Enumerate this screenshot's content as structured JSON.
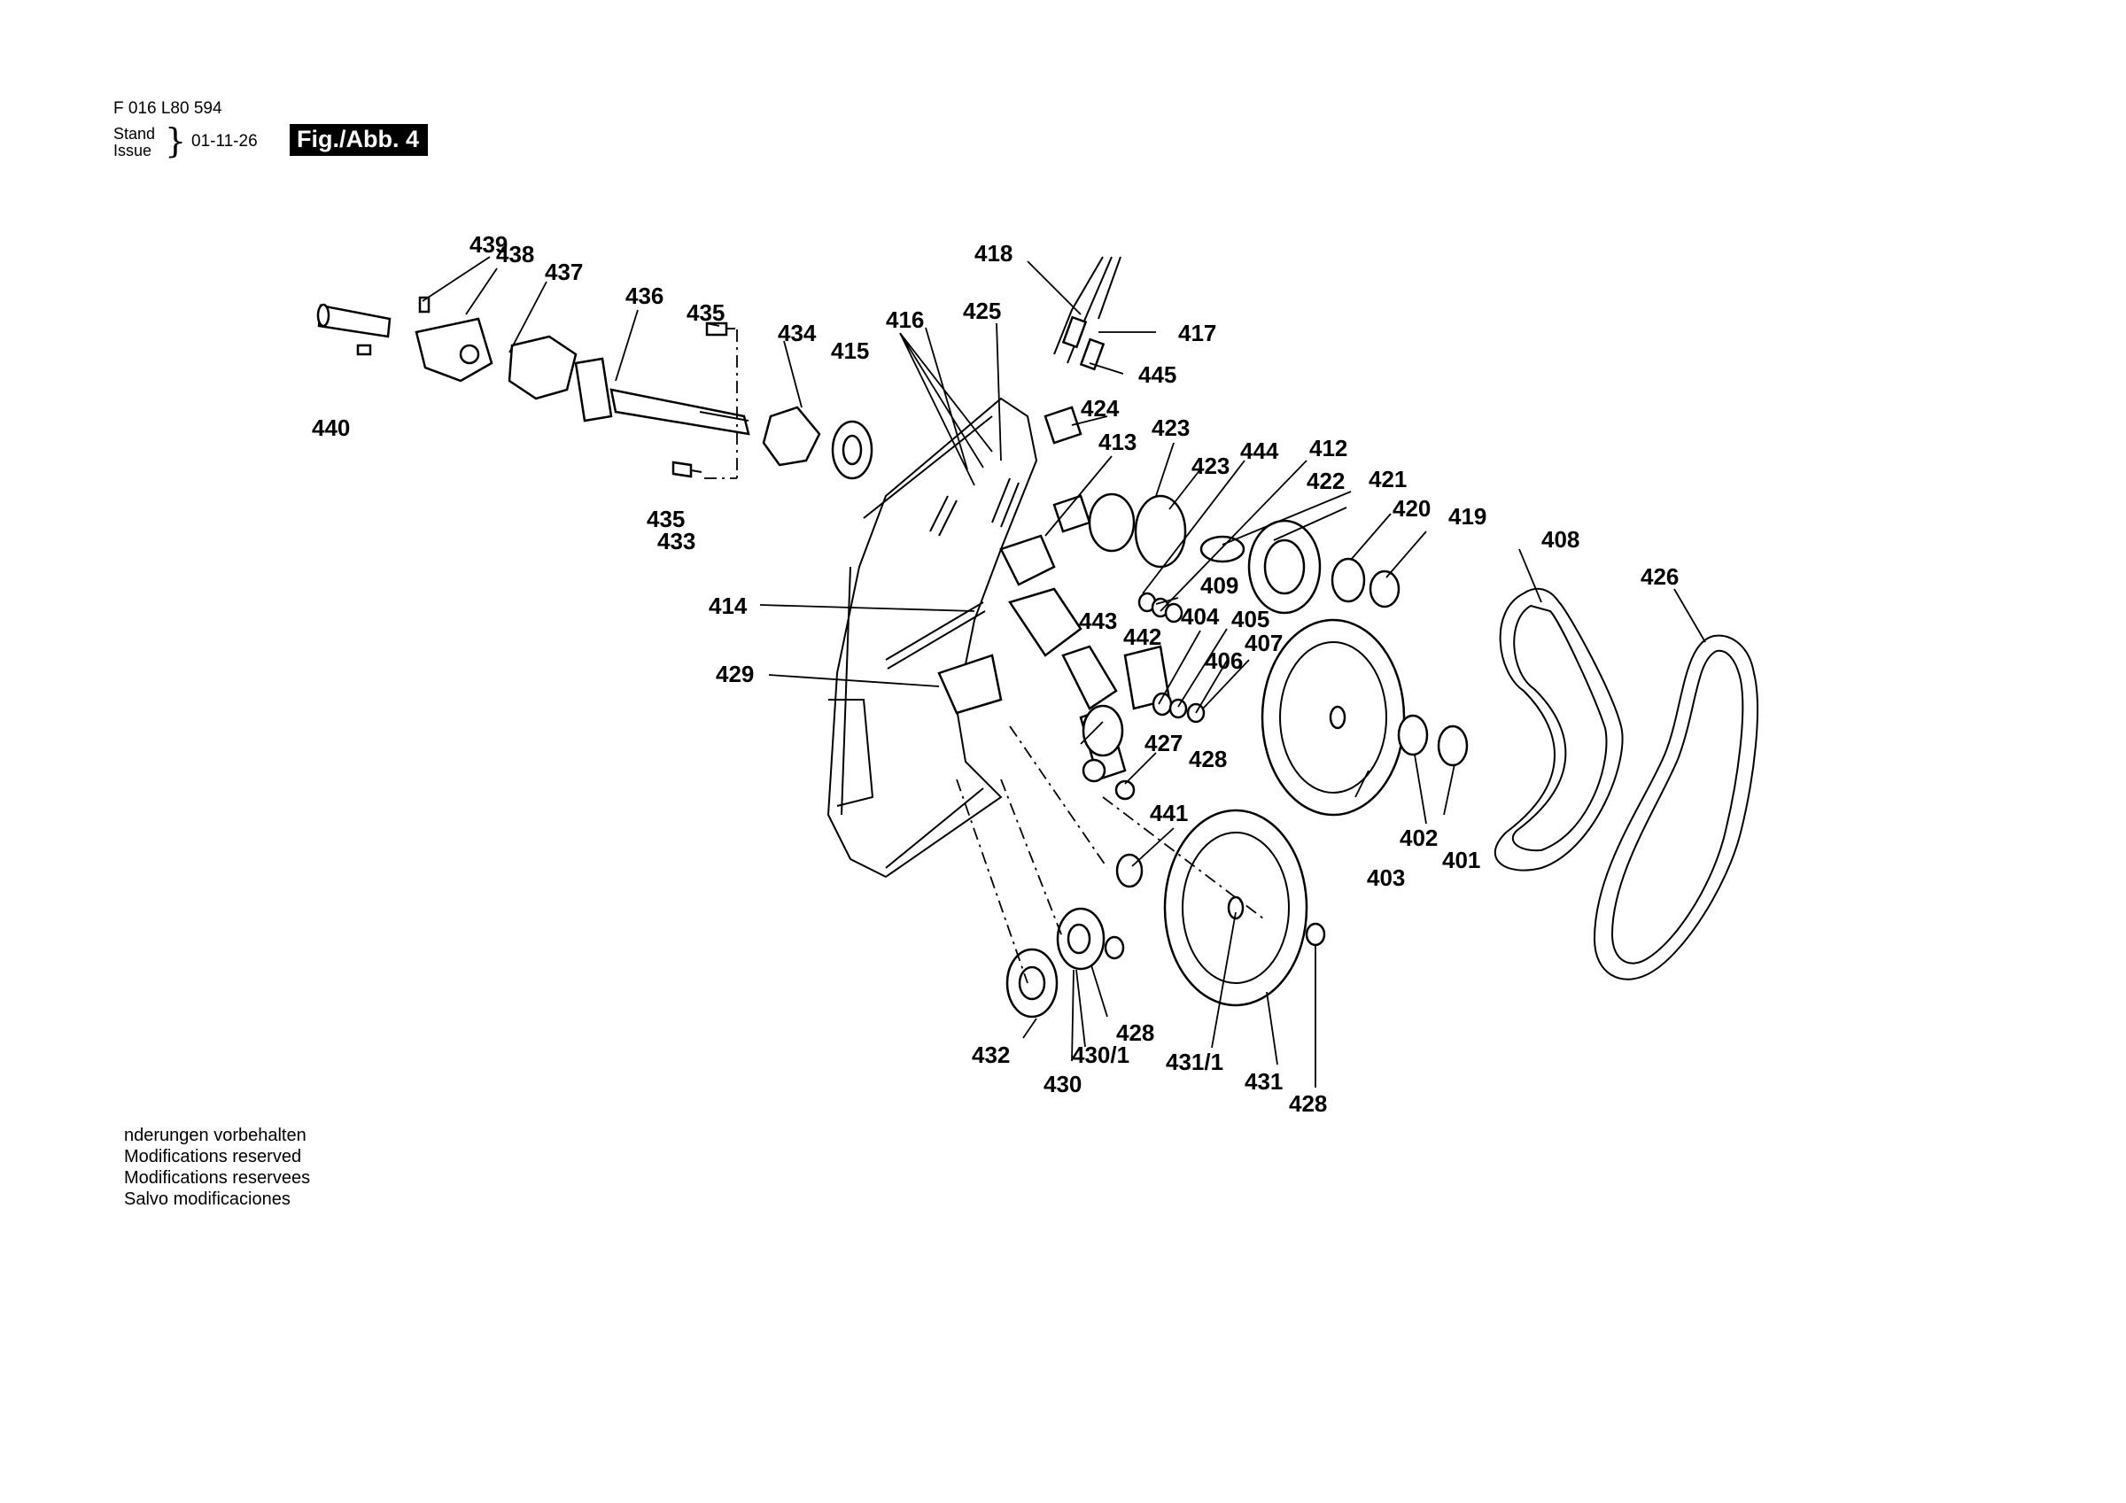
{
  "header": {
    "doc_code": "F 016 L80 594",
    "stand_label": "Stand",
    "issue_label": "Issue",
    "date": "01-11-26",
    "figure_label": "Fig./Abb. 4"
  },
  "notes": [
    "nderungen vorbehalten",
    "Modifications reserved",
    "Modifications reservees",
    "Salvo modificaciones"
  ],
  "part_labels": [
    "439",
    "438",
    "437",
    "436",
    "435",
    "434",
    "416",
    "425",
    "418",
    "417",
    "445",
    "415",
    "424",
    "413",
    "423",
    "423",
    "444",
    "412",
    "422",
    "421",
    "420",
    "419",
    "408",
    "426",
    "440",
    "435",
    "433",
    "414",
    "409",
    "443",
    "442",
    "404",
    "405",
    "406",
    "407",
    "429",
    "427",
    "428",
    "441",
    "403",
    "402",
    "401",
    "428",
    "432",
    "430/1",
    "430",
    "431/1",
    "431",
    "428"
  ]
}
